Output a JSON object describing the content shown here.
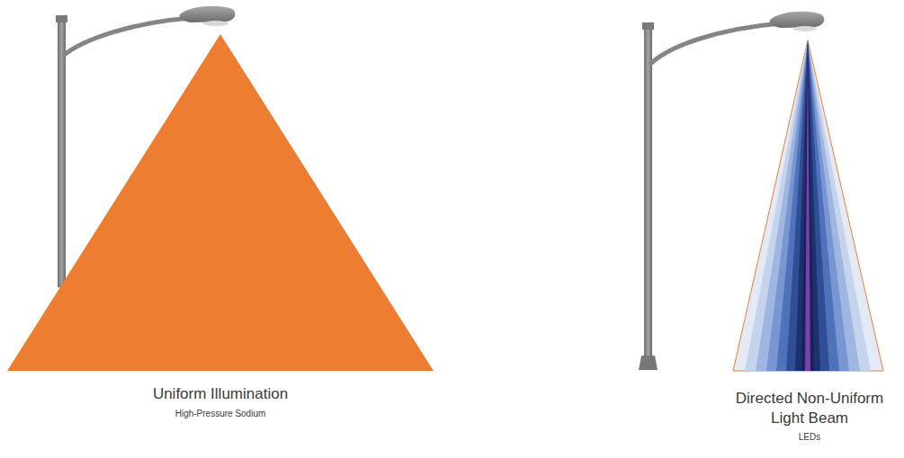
{
  "diagram": {
    "labels": [
      "Uniform Illumination",
      "High-Pressure Sodium",
      "Directed Non-Uniform Light Beam",
      "LEDs"
    ]
  }
}
